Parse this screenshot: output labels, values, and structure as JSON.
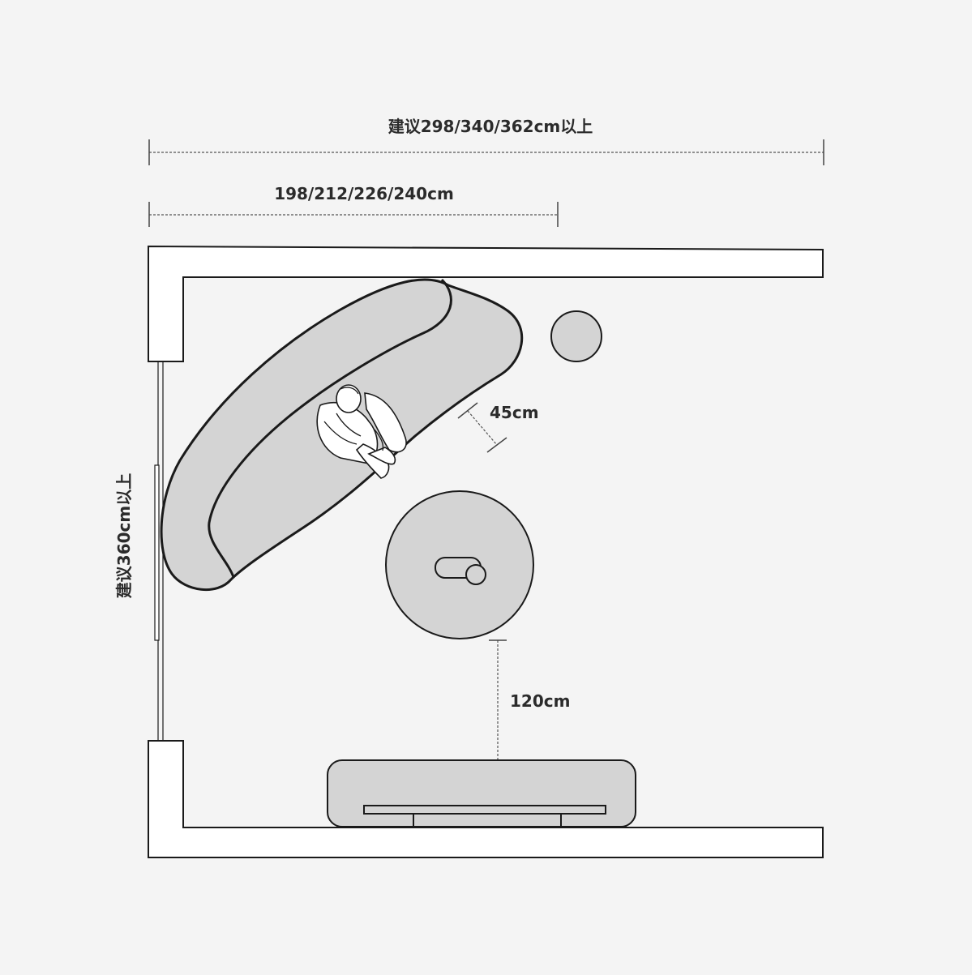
{
  "dimensions": {
    "total_width_label": "建议298/340/362cm以上",
    "sofa_width_label": "198/212/226/240cm",
    "room_depth_label": "建议360cm以上",
    "sofa_gap_label": "45cm",
    "tv_distance_label": "120cm"
  },
  "colors": {
    "background": "#f4f4f4",
    "wall_fill": "#ffffff",
    "furniture_fill": "#d4d4d4",
    "outline": "#1a1a1a"
  }
}
